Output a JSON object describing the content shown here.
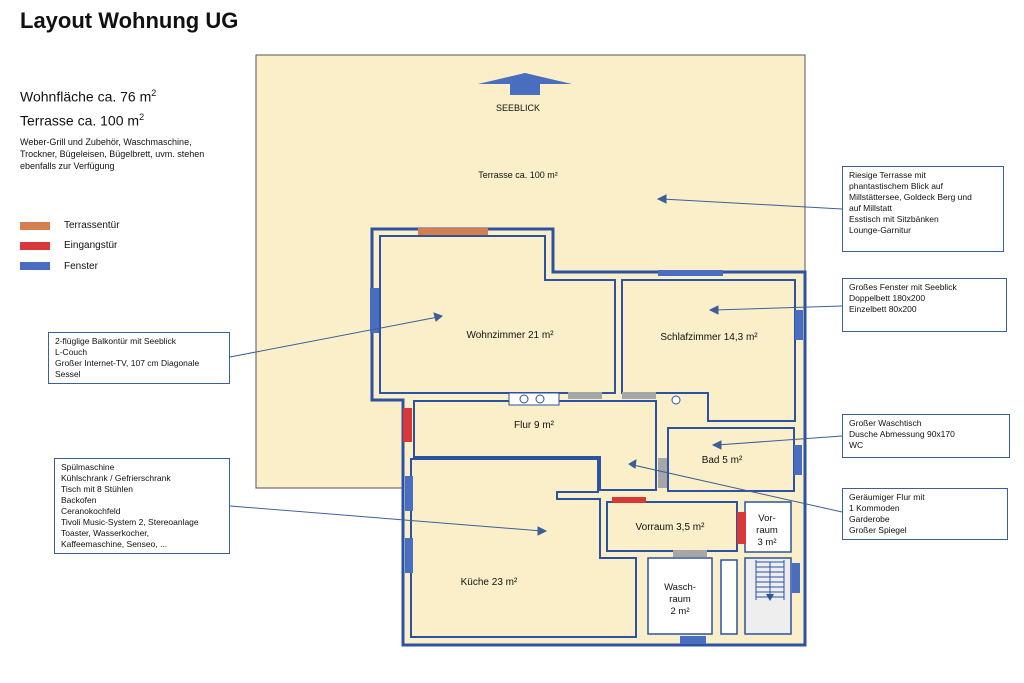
{
  "title": "Layout Wohnung UG",
  "area": {
    "living_label": "Wohnfläche ca. 76 m",
    "terrace_label": "Terrasse ca. 100 m",
    "sup": "2"
  },
  "amenities_text": "Weber-Grill und Zubehör, Waschmaschine, Trockner, Bügeleisen, Bügelbrett, uvm. stehen ebenfalls zur Verfügung",
  "legend": [
    {
      "label": "Terrassentür",
      "color": "#d4804e"
    },
    {
      "label": "Eingangstür",
      "color": "#d93838"
    },
    {
      "label": "Fenster",
      "color": "#4a6ebf"
    }
  ],
  "colors": {
    "floor": "#fbefc9",
    "wall": "#2b52a3",
    "gray_opening": "#a6a6a6",
    "stair": "#eeeeee"
  },
  "plan": {
    "seeblick": "SEEBLICK",
    "terrace": "Terrasse ca. 100 m²",
    "wohnzimmer": "Wohnzimmer 21 m²",
    "schlafzimmer": "Schlafzimmer 14,3 m²",
    "flur": "Flur 9 m²",
    "bad": "Bad 5 m²",
    "kueche": "Küche 23 m²",
    "vorraum": "Vorraum 3,5 m²",
    "vorraum2_l1": "Vor-",
    "vorraum2_l2": "raum",
    "vorraum2_l3": "3 m²",
    "waschraum_l1": "Wasch-",
    "waschraum_l2": "raum",
    "waschraum_l3": "2 m²"
  },
  "callouts": {
    "terrace": [
      "Riesige Terrasse mit",
      "phantastischem Blick auf",
      "Millstättersee, Goldeck Berg und",
      "auf Millstatt",
      "",
      "Esstisch mit Sitzbänken",
      "Lounge-Garnitur"
    ],
    "schlafzimmer": [
      "Großes Fenster mit Seeblick",
      "",
      "Doppelbett 180x200",
      "Einzelbett 80x200"
    ],
    "wohnzimmer": [
      "2-flüglige Balkontür mit Seeblick",
      "L-Couch",
      "Großer Internet-TV,  107 cm Diagonale",
      "Sessel"
    ],
    "bad": [
      "Großer Waschtisch",
      "Dusche Abmessung 90x170",
      "WC"
    ],
    "kueche": [
      "Spülmaschine",
      "Kühlschrank / Gefrierschrank",
      "Tisch mit 8 Stühlen",
      "Backofen",
      "Ceranokochfeld",
      "Tivoli Music-System 2, Stereoanlage",
      "Toaster, Wasserkocher,",
      "Kaffeemaschine, Senseo, ..."
    ],
    "flur": [
      "Geräumiger Flur mit",
      "1 Kommoden",
      "Garderobe",
      "Großer Spiegel"
    ]
  }
}
